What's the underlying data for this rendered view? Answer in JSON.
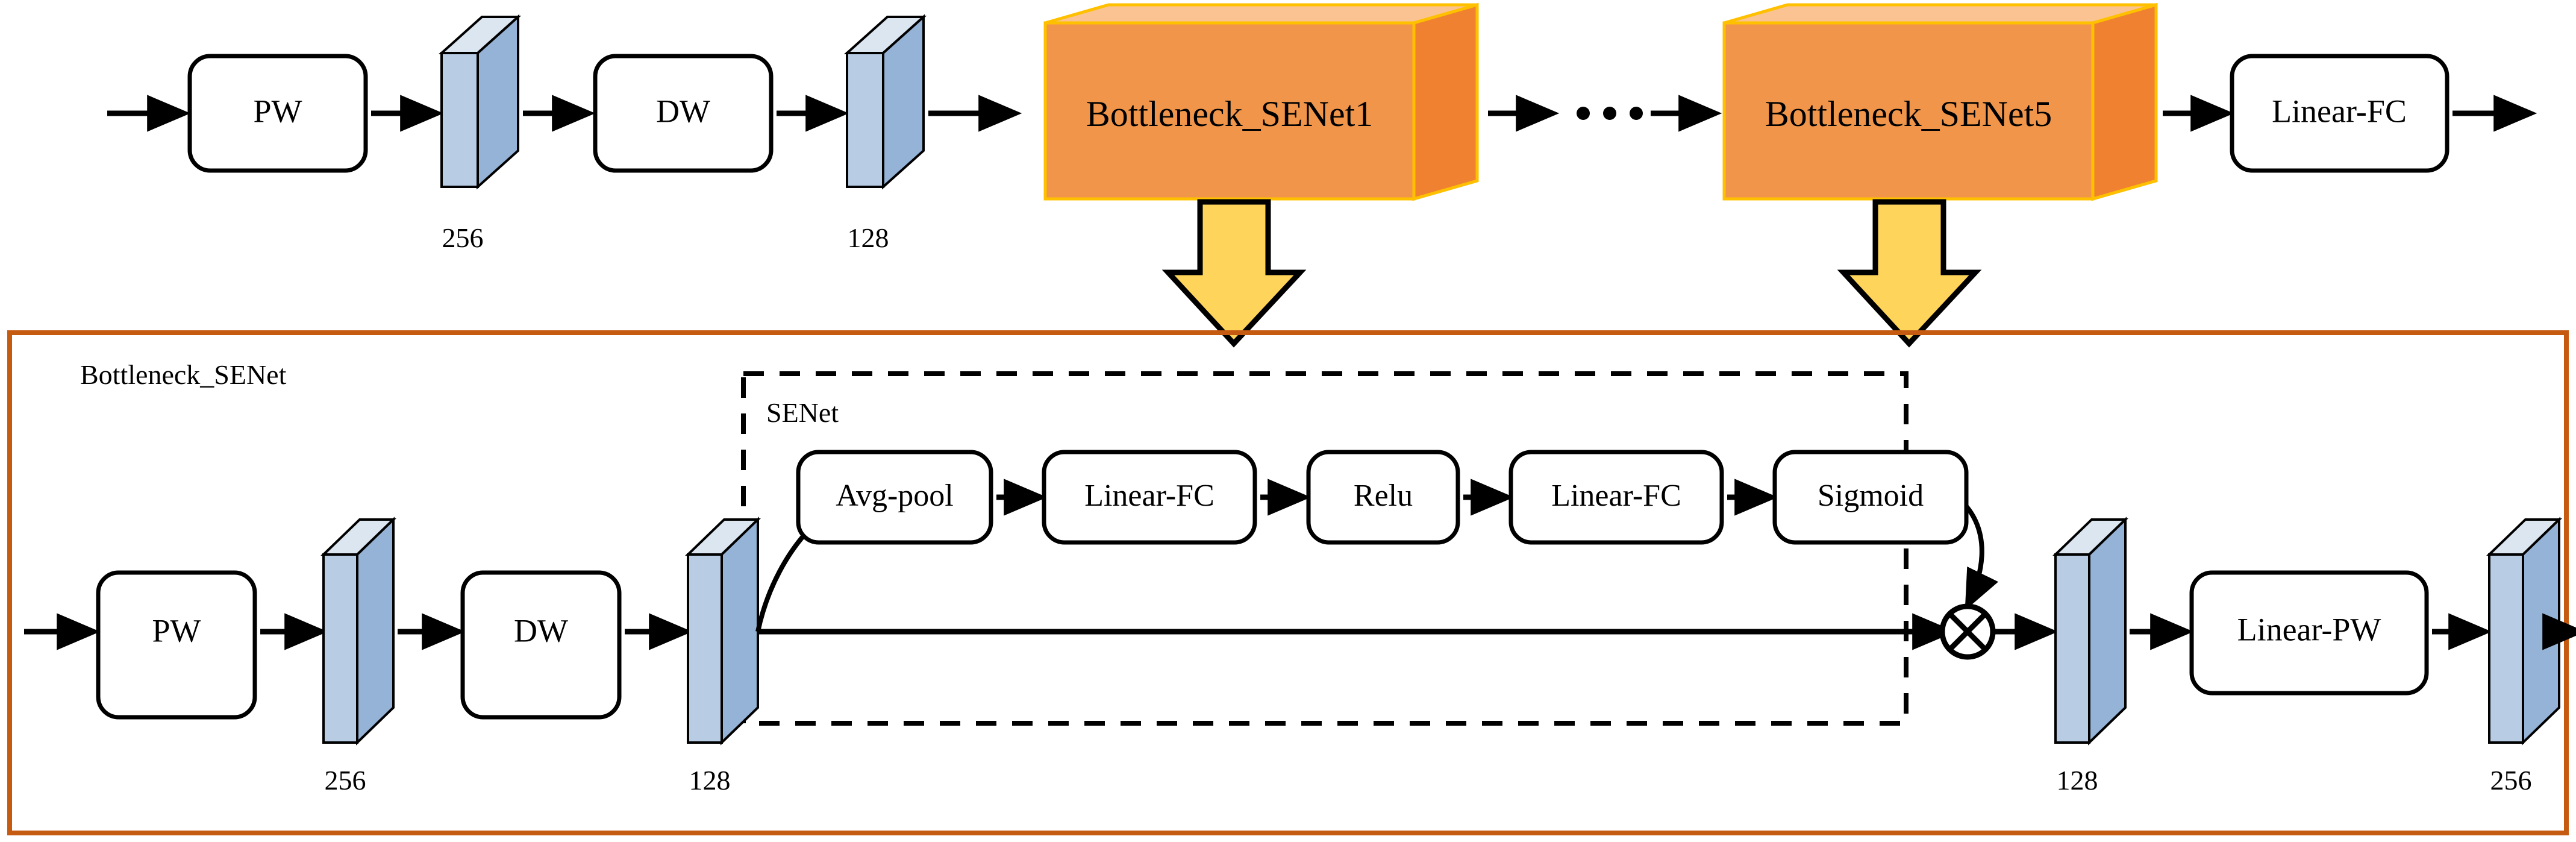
{
  "figure": {
    "title": "Bottleneck_SENet network architecture diagram",
    "colors": {
      "feature_map_front": "#b8cce4",
      "feature_map_top": "#dce6f1",
      "feature_map_side": "#95b3d7",
      "bottleneck_block_front": "#f0954a",
      "bottleneck_block_top": "#fac391",
      "bottleneck_block_side": "#ef8130",
      "bottleneck_block_edge": "#ffc000",
      "expand_arrow": "#ffd45a",
      "panel_border": "#c55a11",
      "stroke": "#000000",
      "background": "#ffffff"
    }
  },
  "top_row": {
    "blocks": [
      {
        "id": "pw",
        "type": "rounded-box",
        "label": "PW"
      },
      {
        "id": "fm256",
        "type": "feature-map",
        "label": "256"
      },
      {
        "id": "dw",
        "type": "rounded-box",
        "label": "DW"
      },
      {
        "id": "fm128",
        "type": "feature-map",
        "label": "128"
      },
      {
        "id": "bsenet1",
        "type": "cube-block",
        "label": "Bottleneck_SENet1"
      },
      {
        "id": "ellipsis",
        "type": "ellipsis",
        "label": "···"
      },
      {
        "id": "bsenet5",
        "type": "cube-block",
        "label": "Bottleneck_SENet5"
      },
      {
        "id": "linearfc",
        "type": "rounded-box",
        "label": "Linear-FC"
      }
    ]
  },
  "detail_panel": {
    "title": "Bottleneck_SENet",
    "senet_group": {
      "title": "SENet",
      "blocks": [
        {
          "id": "avgpool",
          "label": "Avg-pool"
        },
        {
          "id": "fc1",
          "label": "Linear-FC"
        },
        {
          "id": "relu",
          "label": "Relu"
        },
        {
          "id": "fc2",
          "label": "Linear-FC"
        },
        {
          "id": "sigmoid",
          "label": "Sigmoid"
        }
      ]
    },
    "main_path": [
      {
        "id": "pw2",
        "type": "rounded-box",
        "label": "PW"
      },
      {
        "id": "fm256a",
        "type": "feature-map",
        "label": "256"
      },
      {
        "id": "dw2",
        "type": "rounded-box",
        "label": "DW"
      },
      {
        "id": "fm128a",
        "type": "feature-map",
        "label": "128"
      },
      {
        "id": "mul",
        "type": "operator",
        "label": "⊗"
      },
      {
        "id": "fm128b",
        "type": "feature-map",
        "label": "128"
      },
      {
        "id": "linearpw",
        "type": "rounded-box",
        "label": "Linear-PW"
      },
      {
        "id": "fm256b",
        "type": "feature-map",
        "label": "256"
      }
    ]
  }
}
